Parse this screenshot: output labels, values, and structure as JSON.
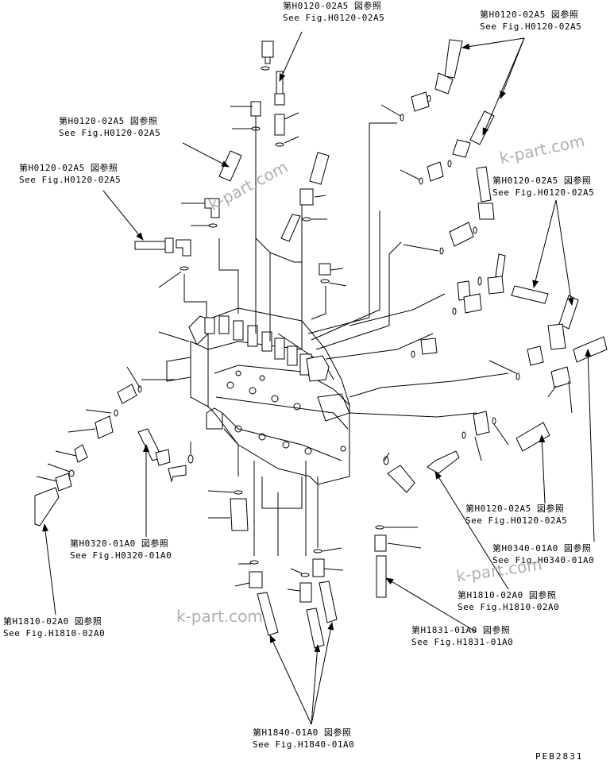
{
  "callouts": [
    {
      "jp": "第H0120-02A5 図参照",
      "en": "See Fig.H0120-02A5"
    },
    {
      "jp": "第H0120-02A5 図参照",
      "en": "See Fig.H0120-02A5"
    },
    {
      "jp": "第H0120-02A5 図参照",
      "en": "See Fig.H0120-02A5"
    },
    {
      "jp": "第H0120-02A5 図参照",
      "en": "See Fig.H0120-02A5"
    },
    {
      "jp": "第H0120-02A5 図参照",
      "en": "See Fig.H0120-02A5"
    },
    {
      "jp": "第H0120-02A5 図参照",
      "en": "See Fig.H0120-02A5"
    },
    {
      "jp": "第H0320-01A0 図参照",
      "en": "See Fig.H0320-01A0"
    },
    {
      "jp": "第H0340-01A0 図参照",
      "en": "See Fig.H0340-01A0"
    },
    {
      "jp": "第H1810-02A0 図参照",
      "en": "See Fig.H1810-02A0"
    },
    {
      "jp": "第H1810-02A0 図参照",
      "en": "See Fig.H1810-02A0"
    },
    {
      "jp": "第H1831-01A0 図参照",
      "en": "See Fig.H1831-01A0"
    },
    {
      "jp": "第H1840-01A0 図参照",
      "en": "See Fig.H1840-01A0"
    }
  ],
  "watermarks": [
    "k-part.com",
    "k-part.com",
    "k-part.com",
    "k-part.com"
  ],
  "drawing_code": "PEB2831"
}
